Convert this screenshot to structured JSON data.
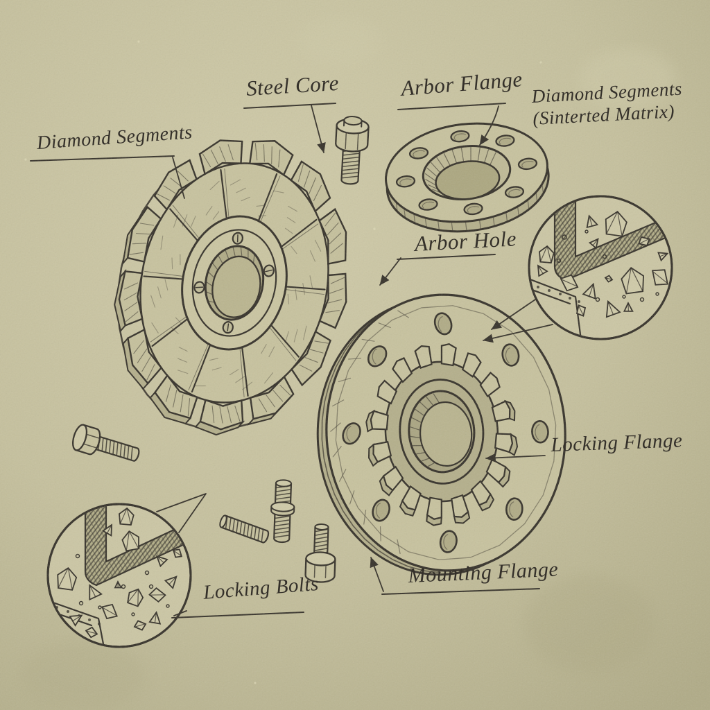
{
  "labels": {
    "steel_core": "Steel Core",
    "diamond_segments": "Diamond Segments",
    "arbor_flange": "Arbor Flange",
    "diamond_segments_matrix_line1": "Diamond Segments",
    "diamond_segments_matrix_line2": "(Sinterted Matrix)",
    "arbor_hole": "Arbor Hole",
    "locking_flange": "Locking Flange",
    "mounting_flange": "Mounting Flange",
    "locking_bolts": "Locking Bolts"
  },
  "colors": {
    "ink": "#37332b",
    "paper_light": "#cfcaa8",
    "paper_mid": "#c5c09d",
    "paper_dark": "#b0ab87",
    "metal_face": "#c7c29e",
    "metal_side": "#b4af8b",
    "hole_fill": "#b0ab86",
    "band_fill": "#b3ae88"
  },
  "parts": [
    {
      "name": "diamond-blade",
      "desc": "segmented diamond saw blade"
    },
    {
      "name": "arbor-flange",
      "desc": "ring flange with eight bolt holes"
    },
    {
      "name": "mounting-flange",
      "desc": "large flange with toothed locking ring"
    },
    {
      "name": "locking-ring",
      "desc": "castellated locking flange teeth"
    },
    {
      "name": "matrix-inset-right",
      "desc": "magnified diamond segment cross-section"
    },
    {
      "name": "matrix-inset-left",
      "desc": "magnified diamond segment cross-section"
    },
    {
      "name": "hex-bolt-top",
      "desc": "hex bolt"
    },
    {
      "name": "hex-bolt-left",
      "desc": "hex bolt"
    },
    {
      "name": "threaded-stud",
      "desc": "threaded stud"
    },
    {
      "name": "collar-stud",
      "desc": "stud with collar"
    },
    {
      "name": "hex-bolt-bottom",
      "desc": "hex bolt head down"
    }
  ]
}
